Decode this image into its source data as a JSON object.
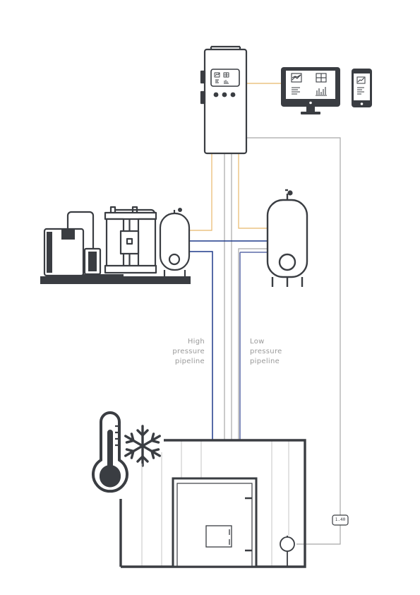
{
  "labels": {
    "high_pressure": [
      "High",
      "pressure",
      "pipeline"
    ],
    "low_pressure": [
      "Low",
      "pressure",
      "pipeline"
    ]
  },
  "sensor_readout": "1.40",
  "colors": {
    "equipment": "#3a3d42",
    "data_link": "#e8b86a",
    "high_pressure_pipe": "#1f3a8a",
    "low_pressure_pipe": "#5b6aa8",
    "gas_lines": "#a8a8a8",
    "label_text": "#9a9a9a"
  },
  "icons": {
    "controller": "control-cabinet-icon",
    "monitor": "desktop-monitor-icon",
    "phone": "smartphone-icon",
    "generator": "nitrogen-generator-icon",
    "buffer_tank": "buffer-tank-icon",
    "storage_tank": "storage-tank-icon",
    "thermometer": "thermometer-icon",
    "snowflake": "snowflake-icon",
    "cold_room": "cold-storage-room-icon",
    "gas_sensor": "gas-sensor-icon"
  }
}
